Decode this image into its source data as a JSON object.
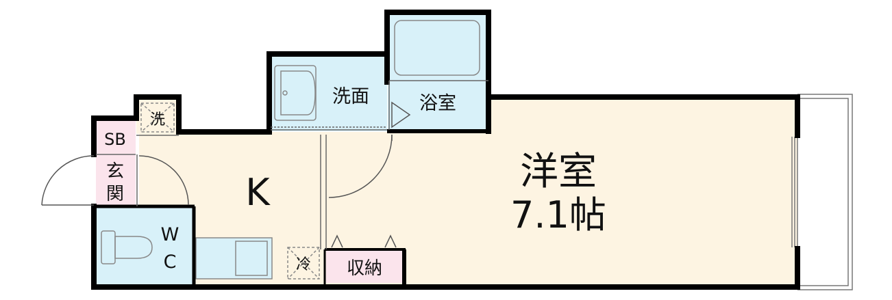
{
  "rooms": {
    "western_room_name": "洋室",
    "western_room_size": "7.1帖",
    "kitchen": "K",
    "washroom": "洗面",
    "bathroom": "浴室",
    "entrance_line1": "玄",
    "entrance_line2": "関",
    "shoe_box": "SB",
    "toilet_line1": "W",
    "toilet_line2": "C",
    "storage": "収納",
    "laundry_space": "洗",
    "fridge_space": "冷"
  },
  "colors": {
    "western_room": "#fdf4e2",
    "kitchen": "#fdf4e2",
    "wet_area": "#d8f1f9",
    "pink_area": "#fbe4ec",
    "wall": "#000000"
  }
}
